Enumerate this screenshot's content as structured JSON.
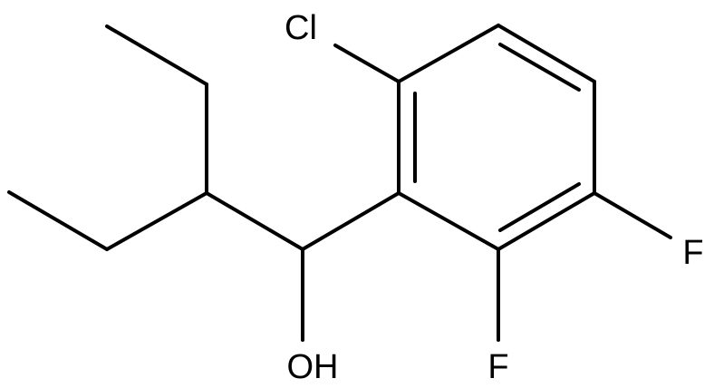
{
  "molecule": {
    "atom_labels": {
      "cl": "Cl",
      "oh": "OH",
      "f_ortho": "F",
      "f_meta": "F"
    },
    "colors": {
      "bond": "#000000",
      "label": "#000000",
      "background": "#ffffff"
    }
  }
}
